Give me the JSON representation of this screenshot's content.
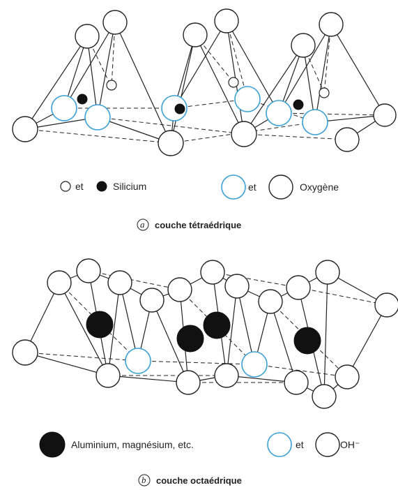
{
  "panel_a": {
    "legend": {
      "and_1": "et",
      "silicium": "Silicium",
      "and_2": "et",
      "oxygene": "Oxygène"
    },
    "caption_letter": "a",
    "caption_text": "couche tétraédrique"
  },
  "panel_b": {
    "legend": {
      "cations": "Aluminium, magnésium, etc.",
      "and_1": "et",
      "hydroxyl": "OH⁻"
    },
    "caption_letter": "b",
    "caption_text": "couche octaédrique"
  },
  "colors": {
    "outline": "#222222",
    "highlight": "#3aa0d8",
    "filled": "#111111"
  }
}
